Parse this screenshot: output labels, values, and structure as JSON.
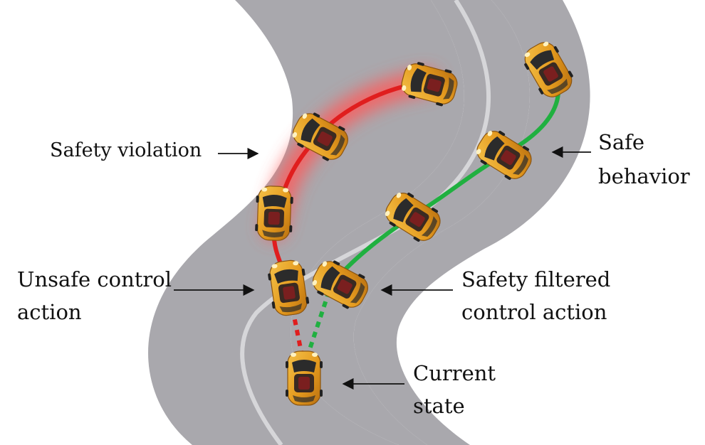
{
  "labels": {
    "safety_violation": "Safety violation",
    "unsafe_line1": "Unsafe control",
    "unsafe_line2": "action",
    "filtered_line1": "Safety filtered",
    "filtered_line2": "control action",
    "safe_line1": "Safe",
    "safe_line2": "behavior",
    "current_line1": "Current",
    "current_line2": "state"
  },
  "colors": {
    "road": "#a9a8ad",
    "lane_marking": "#d6d6d9",
    "unsafe_path": "#e01e1e",
    "unsafe_glow": "#ff5a5a",
    "safe_path": "#20b040",
    "car_body": "#e8a62a",
    "car_window": "#2a2a2a",
    "arrow": "#111111"
  },
  "icons": {
    "vehicle": "car-icon",
    "pointer": "arrow-icon"
  }
}
